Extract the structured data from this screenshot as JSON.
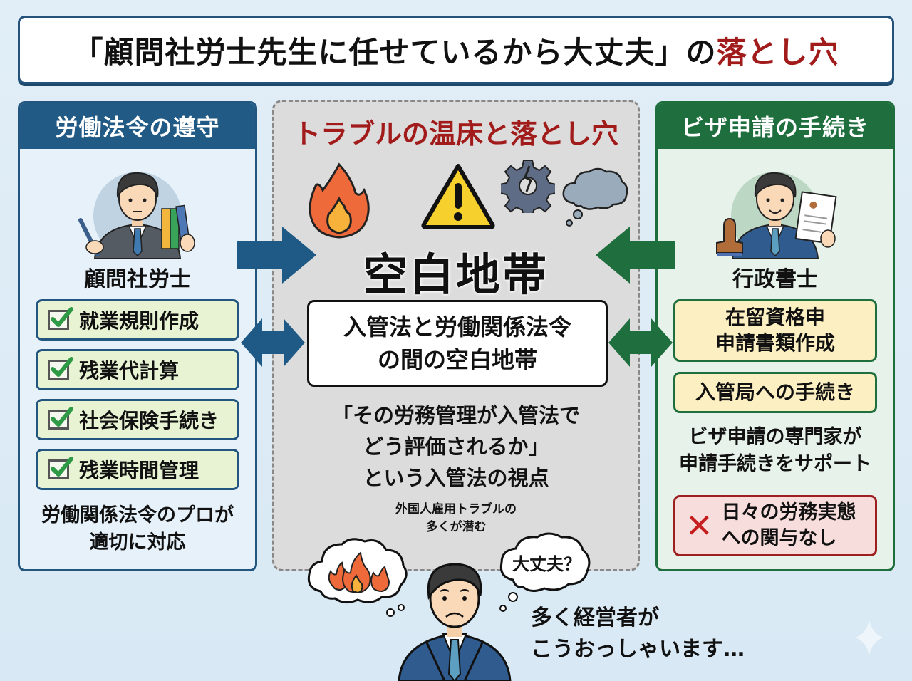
{
  "title": {
    "main": "「顧問社労士先生に任せているから大丈夫」の",
    "accent": "落とし穴",
    "accent_color": "#a11b1b"
  },
  "left_panel": {
    "header": "労働法令の遵守",
    "role": "顧問社労士",
    "avatar_icon": "consultant-with-pen-and-binders-icon",
    "items": [
      {
        "label": "就業規則作成",
        "icon": "checkbox-checked-icon"
      },
      {
        "label": "残業代計算",
        "icon": "checkbox-checked-icon"
      },
      {
        "label": "社会保険手続き",
        "icon": "checkbox-checked-icon"
      },
      {
        "label": "残業時間管理",
        "icon": "checkbox-checked-icon"
      }
    ],
    "note_line1": "労働関係法令のプロが",
    "note_line2": "適切に対応",
    "color": "#225a86"
  },
  "center_panel": {
    "header": "トラブルの温床と落とし穴",
    "icons": [
      "fire-icon",
      "warning-icon",
      "broken-gear-icon",
      "cloud-thought-icon"
    ],
    "heading": "空白地帯",
    "box_line1": "入管法と労働関係法令",
    "box_line2": "の間の空白地帯",
    "quote_line1": "「その労務管理が入管法で",
    "quote_line2": "どう評価されるか」",
    "quote_line3": "という入管法の視点",
    "note_line1": "外国人雇用トラブルの",
    "note_line2": "多くが潜む"
  },
  "right_panel": {
    "header": "ビザ申請の手続き",
    "role": "行政書士",
    "avatar_icon": "scrivener-with-stamp-and-document-icon",
    "items": [
      {
        "line1": "在留資格申",
        "line2": "申請書類作成"
      },
      {
        "line1": "入管局への手続き"
      }
    ],
    "note_line1": "ビザ申請の専門家が",
    "note_line2": "申請手続きをサポート",
    "warning_line1": "日々の労務実態",
    "warning_line2": "への関与なし",
    "warning_icon": "x-mark-icon",
    "color": "#1f6e3d"
  },
  "bottom": {
    "thought_bubble_text": "大丈夫？",
    "caption_line1": "多く経営者が",
    "caption_line2": "こうおっしゃいます…"
  }
}
